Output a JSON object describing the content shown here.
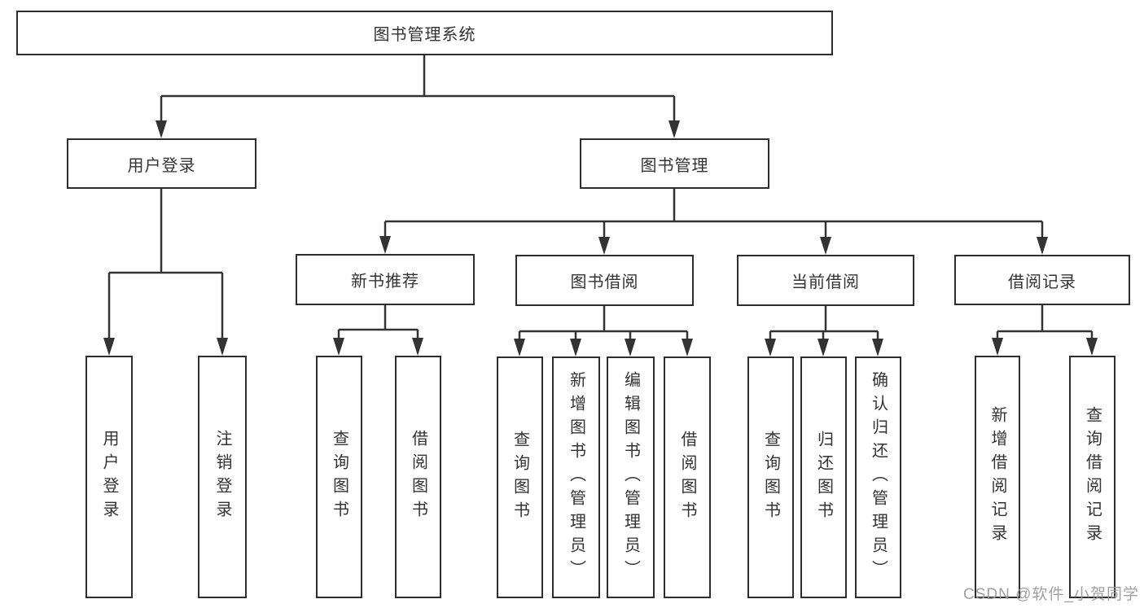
{
  "diagram": {
    "root": {
      "label": "图书管理系统"
    },
    "level2": [
      {
        "label": "用户登录"
      },
      {
        "label": "图书管理"
      }
    ],
    "level3": [
      {
        "label": "新书推荐"
      },
      {
        "label": "图书借阅"
      },
      {
        "label": "当前借阅"
      },
      {
        "label": "借阅记录"
      }
    ],
    "leaves": [
      {
        "label": "用户登录"
      },
      {
        "label": "注销登录"
      },
      {
        "label": "查询图书"
      },
      {
        "label": "借阅图书"
      },
      {
        "label": "查询图书"
      },
      {
        "label": "新增图书（管理员）"
      },
      {
        "label": "编辑图书（管理员）"
      },
      {
        "label": "借阅图书"
      },
      {
        "label": "查询图书"
      },
      {
        "label": "归还图书"
      },
      {
        "label": "确认归还（管理员）"
      },
      {
        "label": "新增借阅记录"
      },
      {
        "label": "查询借阅记录"
      }
    ]
  },
  "watermark": {
    "text": "CSDN @软件_小贺同学"
  },
  "colors": {
    "line": "#333333",
    "border": "#2e2e2e",
    "text": "#333333",
    "background": "#ffffff",
    "watermark": "#9b9b9e"
  }
}
